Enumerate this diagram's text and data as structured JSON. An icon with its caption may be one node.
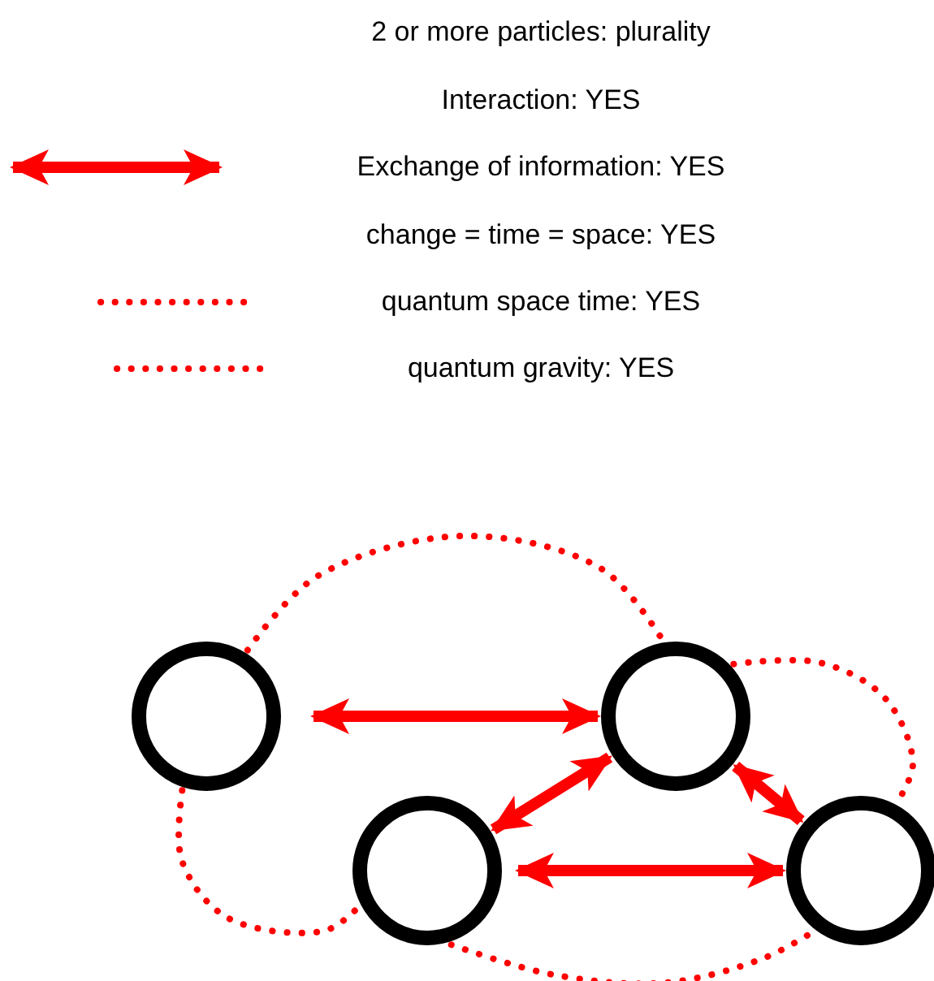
{
  "diagram": {
    "nodes": [
      {
        "text": [],
        "shape": "circle"
      },
      {
        "text": [],
        "shape": "circle"
      },
      {
        "text": [],
        "shape": "circle"
      },
      {
        "text": [],
        "shape": "circle"
      }
    ],
    "edges": [
      {
        "from": 0,
        "to": 1,
        "arrow": "both"
      },
      {
        "from": 2,
        "to": 1,
        "arrow": "both"
      },
      {
        "from": 1,
        "to": 3,
        "arrow": "both"
      },
      {
        "from": 2,
        "to": 3,
        "arrow": "both"
      },
      {
        "from": 0,
        "to": 1,
        "arrow": "none",
        "style": "dashed"
      },
      {
        "from": 1,
        "to": 3,
        "arrow": "none",
        "style": "dashed"
      },
      {
        "from": 0,
        "to": 2,
        "arrow": "none",
        "style": "dashed"
      },
      {
        "from": 2,
        "to": 3,
        "arrow": "none",
        "style": "dashed"
      }
    ],
    "legend": [
      {
        "text": "2 or more particles: plurality"
      },
      {
        "text": "Interaction: YES"
      },
      {
        "text": "Exchange of information: YES"
      },
      {
        "text": "change = time = space: YES"
      },
      {
        "text": "quantum space time: YES"
      },
      {
        "text": "quantum gravity: YES"
      }
    ]
  }
}
